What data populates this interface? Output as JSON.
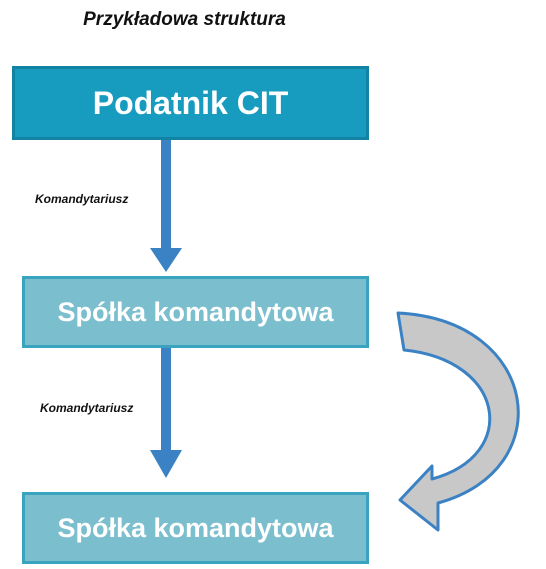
{
  "diagram": {
    "title": "Przykładowa struktura",
    "nodes": [
      {
        "label": "Podatnik CIT"
      },
      {
        "label": "Spółka komandytowa"
      },
      {
        "label": "Spółka komandytowa"
      }
    ],
    "edges": [
      {
        "label": "Komandytariusz"
      },
      {
        "label": "Komandytariusz"
      }
    ],
    "colors": {
      "top_box": "#179bbf",
      "sub_box": "#7bbfcf",
      "arrow": "#3b82c4",
      "curved_arrow_fill": "#c8c8c8"
    }
  }
}
